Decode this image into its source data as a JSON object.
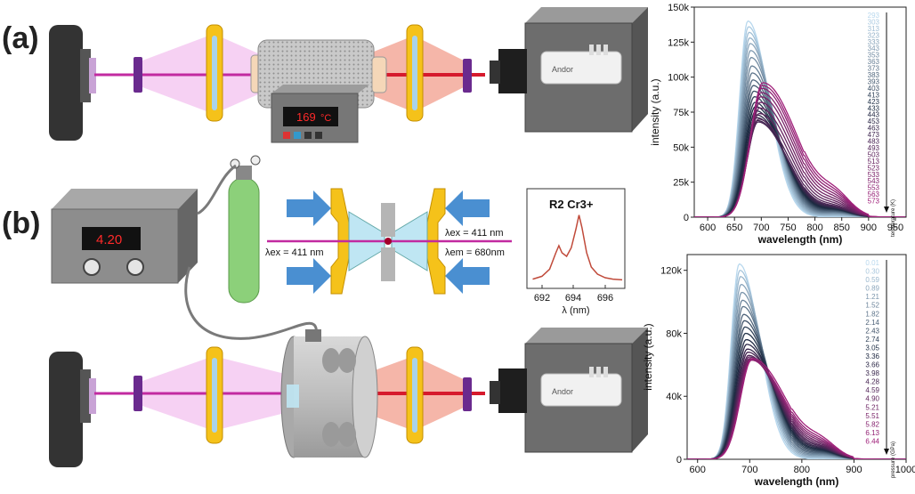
{
  "panel_a": {
    "label": "(a)",
    "controller_readout": "169",
    "controller_unit": "°C",
    "camera_brand": "Andor"
  },
  "panel_b": {
    "label": "(b)",
    "controller_readout": "4.20",
    "dac_exc_left": "λex = 411 nm",
    "dac_exc_right": "λex = 411 nm",
    "dac_em_right": "λem = 680nm",
    "inset_title": "R2 Cr3+",
    "inset_xlabel": "λ (nm)",
    "camera_brand": "Andor"
  },
  "chart_data": [
    {
      "type": "line",
      "xlabel": "wavelength (nm)",
      "ylabel": "intensity (a.u.)",
      "xlim": [
        575,
        970
      ],
      "ylim": [
        0,
        150000
      ],
      "xticks": [
        "600",
        "650",
        "700",
        "750",
        "800",
        "850",
        "900",
        "950"
      ],
      "yticks": [
        "0",
        "25k",
        "50k",
        "75k",
        "100k",
        "125k",
        "150k"
      ],
      "legend_title": "temperature (K)",
      "legend_values": [
        "293",
        "303",
        "313",
        "323",
        "333",
        "343",
        "353",
        "363",
        "373",
        "383",
        "393",
        "403",
        "413",
        "423",
        "433",
        "443",
        "453",
        "463",
        "473",
        "483",
        "493",
        "503",
        "513",
        "523",
        "533",
        "543",
        "553",
        "563",
        "573"
      ],
      "series_peak_values": [
        140000,
        136000,
        132000,
        128000,
        124000,
        119000,
        114000,
        108000,
        103000,
        98000,
        94000,
        90000,
        86000,
        82000,
        79000,
        76000,
        73000,
        71000,
        69000,
        68000,
        70000,
        74000,
        78000,
        82000,
        86000,
        89000,
        92000,
        94000,
        96000
      ],
      "peak_wavelength": [
        675,
        703
      ]
    },
    {
      "type": "line",
      "xlabel": "wavelength (nm)",
      "ylabel": "intensity (a.u.)",
      "xlim": [
        580,
        1000
      ],
      "ylim": [
        0,
        130000
      ],
      "xticks": [
        "600",
        "700",
        "800",
        "900",
        "1000"
      ],
      "yticks": [
        "0",
        "40k",
        "80k",
        "120k"
      ],
      "legend_title": "pressure (GPa)",
      "legend_values": [
        "0.01",
        "0.30",
        "0.59",
        "0.89",
        "1.21",
        "1.52",
        "1.82",
        "2.14",
        "2.43",
        "2.74",
        "3.05",
        "3.36",
        "3.66",
        "3.98",
        "4.28",
        "4.59",
        "4.90",
        "5.21",
        "5.51",
        "5.82",
        "6.13",
        "6.44"
      ],
      "series_peak_values": [
        124000,
        120000,
        116000,
        111000,
        106000,
        101000,
        97000,
        92000,
        88000,
        84000,
        80000,
        76000,
        73000,
        70000,
        68000,
        66000,
        65000,
        64000,
        63500,
        63000,
        63000,
        64000
      ],
      "peak_wavelength": [
        680,
        705
      ]
    },
    {
      "type": "line",
      "name": "inset",
      "xticks": [
        "692",
        "694",
        "696"
      ],
      "xlim": [
        691,
        697
      ],
      "x": [
        691.2,
        691.8,
        692.3,
        692.7,
        692.9,
        693.1,
        693.4,
        693.7,
        694.0,
        694.2,
        694.4,
        694.7,
        695.0,
        695.4,
        695.9,
        696.4,
        697.0
      ],
      "y": [
        0.08,
        0.12,
        0.22,
        0.45,
        0.55,
        0.45,
        0.4,
        0.52,
        0.78,
        0.98,
        0.8,
        0.45,
        0.25,
        0.15,
        0.1,
        0.08,
        0.07
      ]
    }
  ]
}
